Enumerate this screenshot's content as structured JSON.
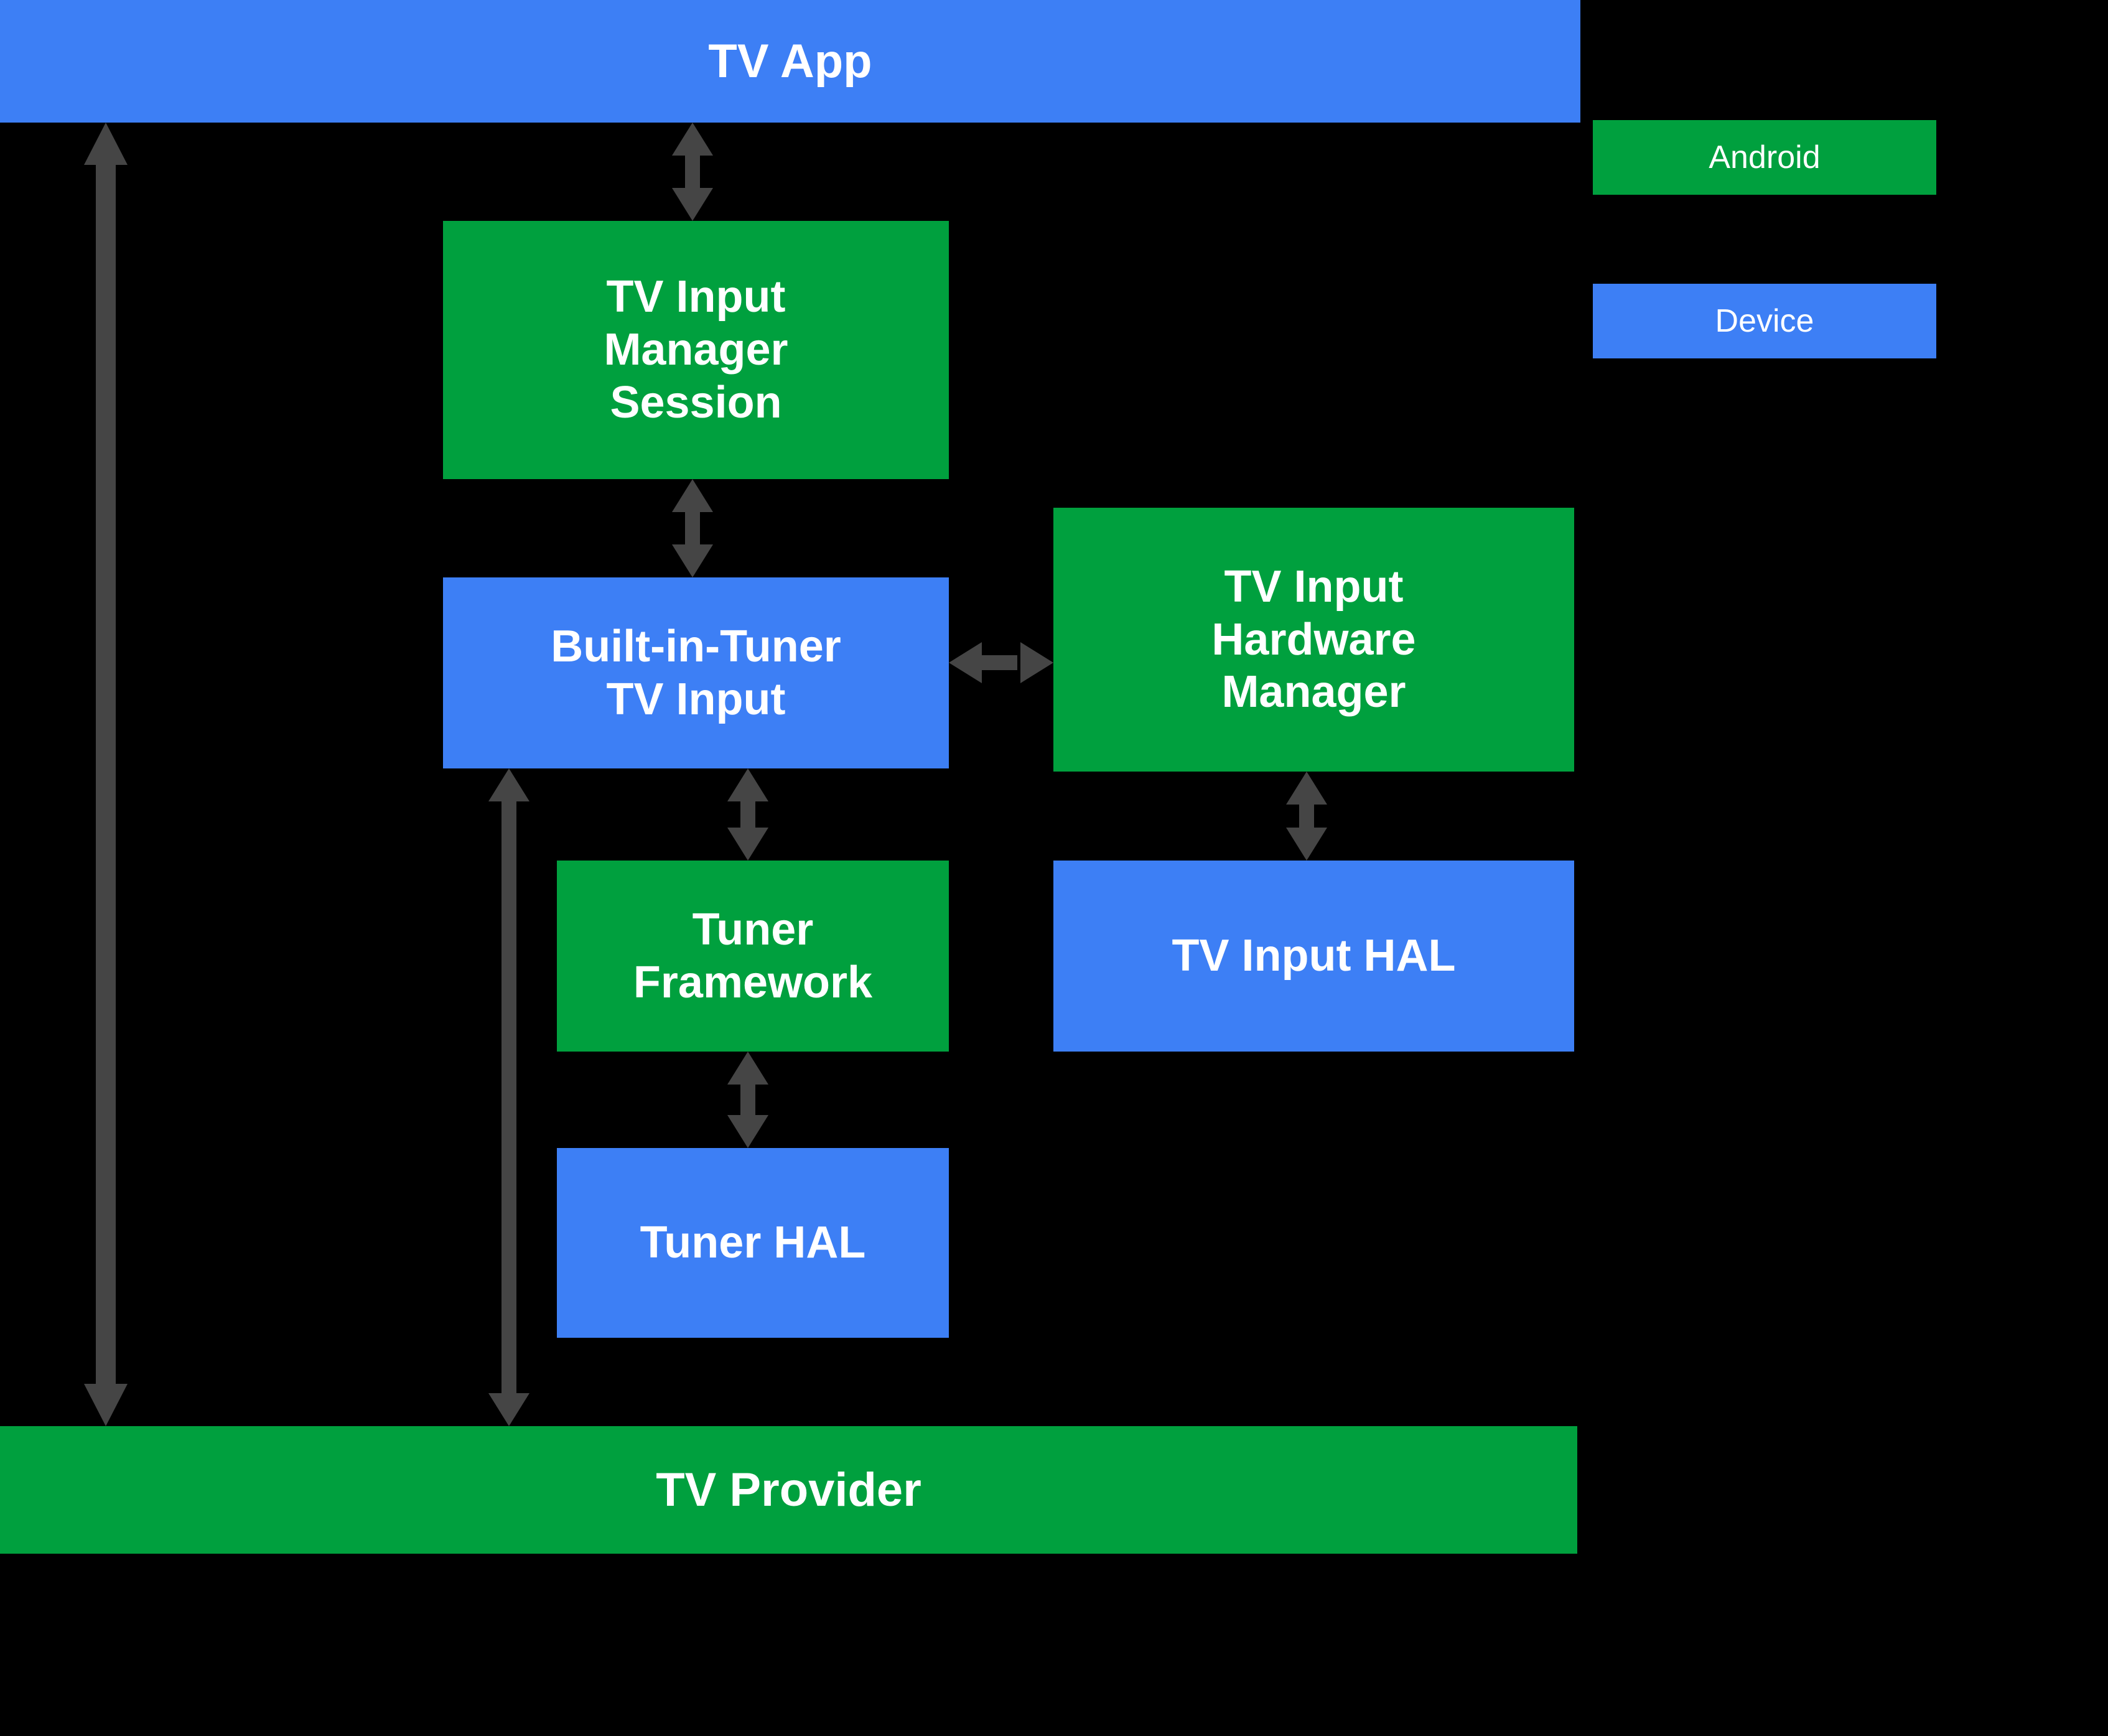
{
  "diagram": {
    "title": "Android TV Tuner Framework architecture",
    "background_color": "#000000",
    "palette": {
      "android_green": "#00A03E",
      "device_blue": "#3D7FF5",
      "arrow_gray": "#454545",
      "label_white": "#FFFFFF"
    },
    "nodes": [
      {
        "id": "tv-app",
        "label": "TV App",
        "category": "Device"
      },
      {
        "id": "tv-input-manager-session",
        "label": "TV Input\nManager\nSession",
        "category": "Android"
      },
      {
        "id": "builtin-tuner-tv-input",
        "label": "Built-in-Tuner\nTV Input",
        "category": "Device"
      },
      {
        "id": "tv-input-hardware-manager",
        "label": "TV Input\nHardware\nManager",
        "category": "Android"
      },
      {
        "id": "tuner-framework",
        "label": "Tuner\nFramework",
        "category": "Android"
      },
      {
        "id": "tv-input-hal",
        "label": "TV Input HAL",
        "category": "Device"
      },
      {
        "id": "tuner-hal",
        "label": "Tuner HAL",
        "category": "Device"
      },
      {
        "id": "tv-provider",
        "label": "TV Provider",
        "category": "Android"
      }
    ],
    "edges": [
      {
        "from": "tv-app",
        "to": "tv-input-manager-session",
        "direction": "bidirectional",
        "orientation": "vertical"
      },
      {
        "from": "tv-app",
        "to": "tv-provider",
        "direction": "bidirectional",
        "orientation": "vertical"
      },
      {
        "from": "tv-input-manager-session",
        "to": "builtin-tuner-tv-input",
        "direction": "bidirectional",
        "orientation": "vertical"
      },
      {
        "from": "builtin-tuner-tv-input",
        "to": "tv-input-hardware-manager",
        "direction": "bidirectional",
        "orientation": "horizontal"
      },
      {
        "from": "builtin-tuner-tv-input",
        "to": "tuner-framework",
        "direction": "bidirectional",
        "orientation": "vertical"
      },
      {
        "from": "builtin-tuner-tv-input",
        "to": "tv-provider",
        "direction": "bidirectional",
        "orientation": "vertical"
      },
      {
        "from": "tuner-framework",
        "to": "tuner-hal",
        "direction": "bidirectional",
        "orientation": "vertical"
      },
      {
        "from": "tv-input-hardware-manager",
        "to": "tv-input-hal",
        "direction": "bidirectional",
        "orientation": "vertical"
      }
    ]
  },
  "legend": {
    "items": [
      {
        "label": "Android",
        "color": "#00A03E"
      },
      {
        "label": "Device",
        "color": "#3D7FF5"
      }
    ]
  }
}
